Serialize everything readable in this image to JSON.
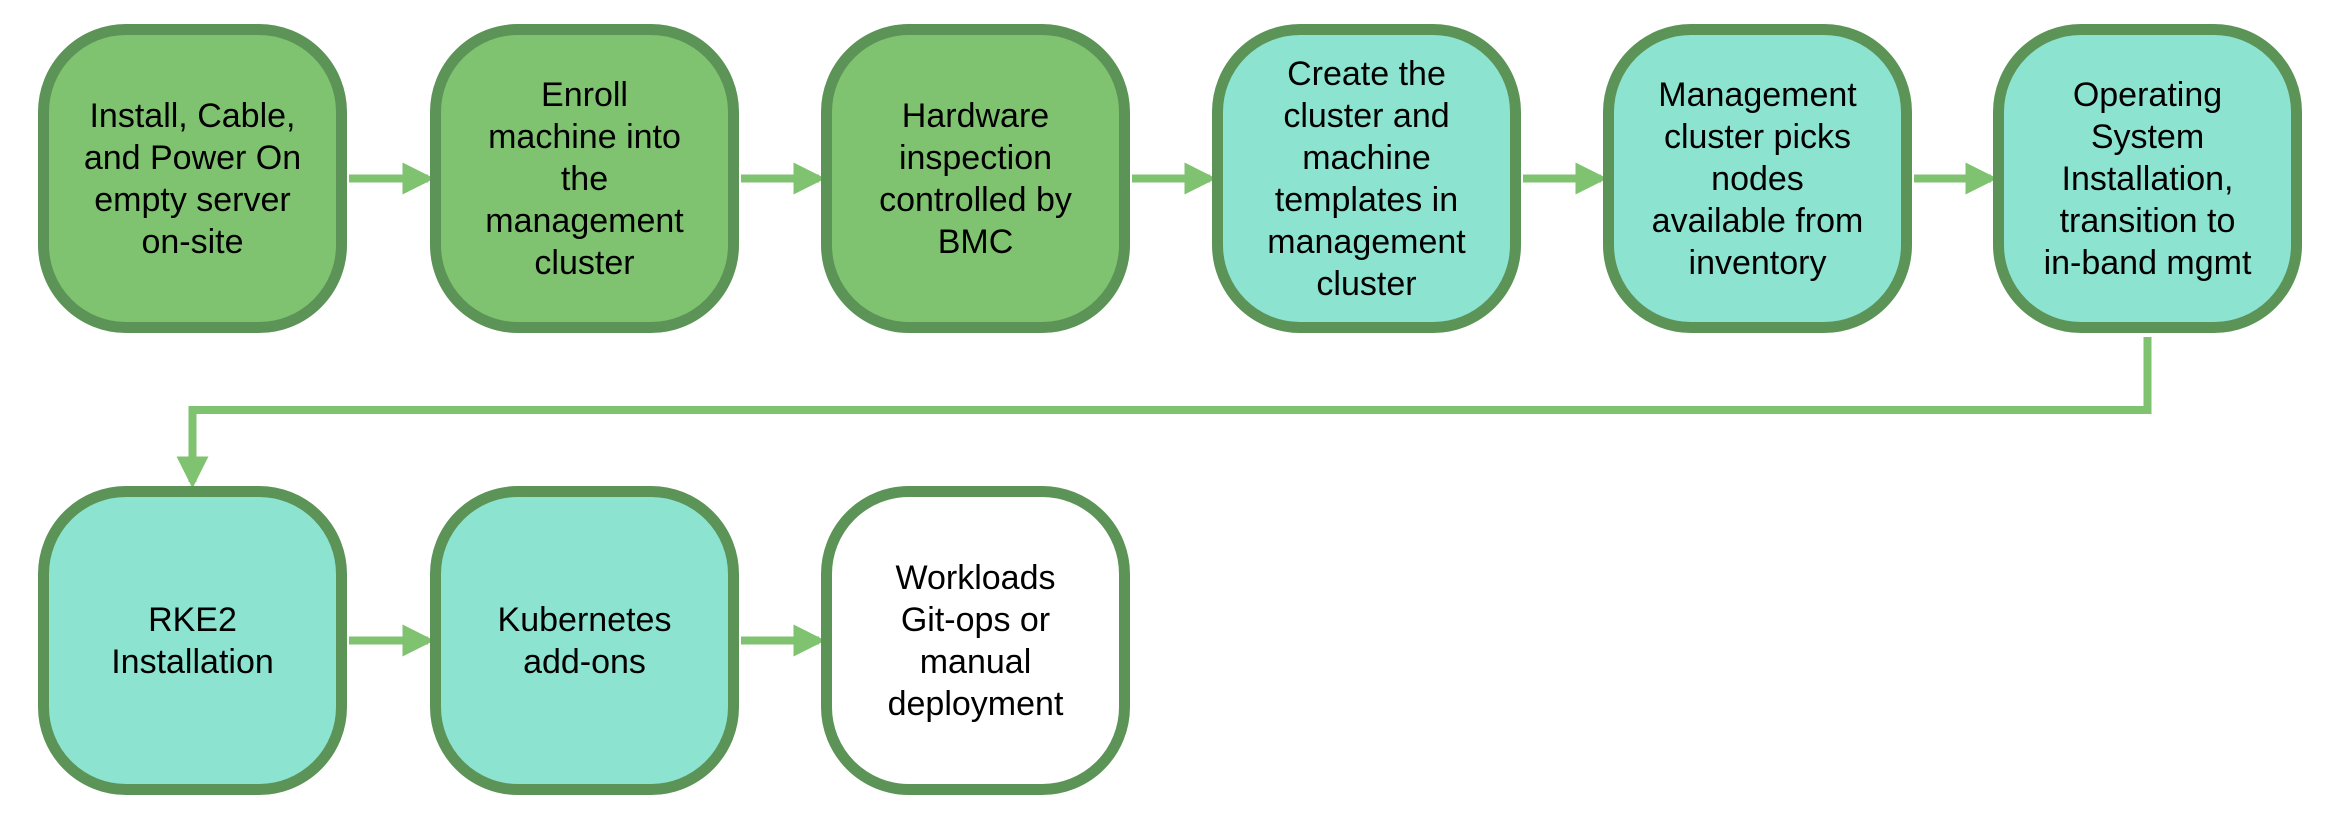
{
  "colors": {
    "border": "#5c9357",
    "arrow": "#7fc270",
    "phase_green": "#7fc270",
    "phase_teal": "#8ce3d0",
    "phase_white": "#ffffff",
    "text": "#000000"
  },
  "nodes": [
    {
      "label": "Install, Cable,\nand Power On\nempty server\non-site",
      "phase": "green"
    },
    {
      "label": "Enroll\nmachine into\nthe\nmanagement\ncluster",
      "phase": "green"
    },
    {
      "label": "Hardware\ninspection\ncontrolled by\nBMC",
      "phase": "green"
    },
    {
      "label": "Create the\ncluster and\nmachine\ntemplates in\nmanagement\ncluster",
      "phase": "teal"
    },
    {
      "label": "Management\ncluster picks\nnodes\navailable from\ninventory",
      "phase": "teal"
    },
    {
      "label": "Operating\nSystem\nInstallation,\ntransition to\nin-band mgmt",
      "phase": "teal"
    },
    {
      "label": "RKE2\nInstallation",
      "phase": "teal"
    },
    {
      "label": "Kubernetes\nadd-ons",
      "phase": "teal"
    },
    {
      "label": "Workloads\nGit-ops or\nmanual\ndeployment",
      "phase": "white"
    }
  ],
  "flow": [
    [
      0,
      1
    ],
    [
      1,
      2
    ],
    [
      2,
      3
    ],
    [
      3,
      4
    ],
    [
      4,
      5
    ],
    [
      5,
      6
    ],
    [
      6,
      7
    ],
    [
      7,
      8
    ]
  ]
}
